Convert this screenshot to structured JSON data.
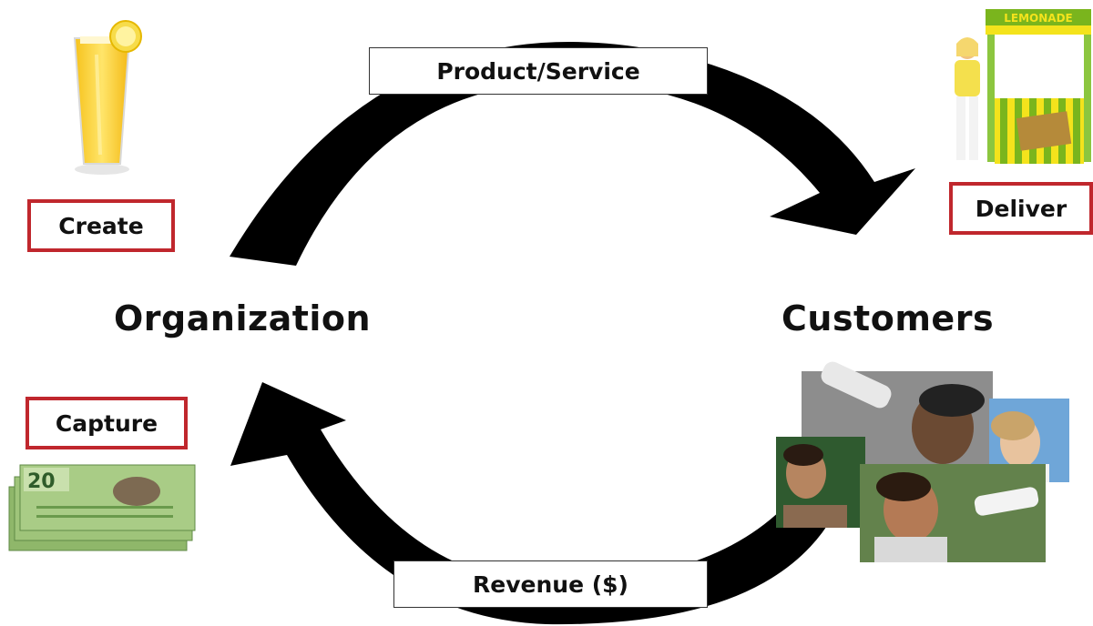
{
  "flow": {
    "top_label": "Product/Service",
    "bottom_label": "Revenue ($)"
  },
  "actors": {
    "left": "Organization",
    "right": "Customers"
  },
  "steps": {
    "create": "Create",
    "deliver": "Deliver",
    "capture": "Capture"
  },
  "images": {
    "lemonade_glass": "lemonade-glass-icon",
    "lemonade_stand": "lemonade-stand-icon",
    "banknotes": "banknotes-icon",
    "banknote_denomination": "20",
    "customers_photos": "people-drinking-photos-icon"
  },
  "colors": {
    "arrow": "#000000",
    "step_border": "#c0272d"
  }
}
